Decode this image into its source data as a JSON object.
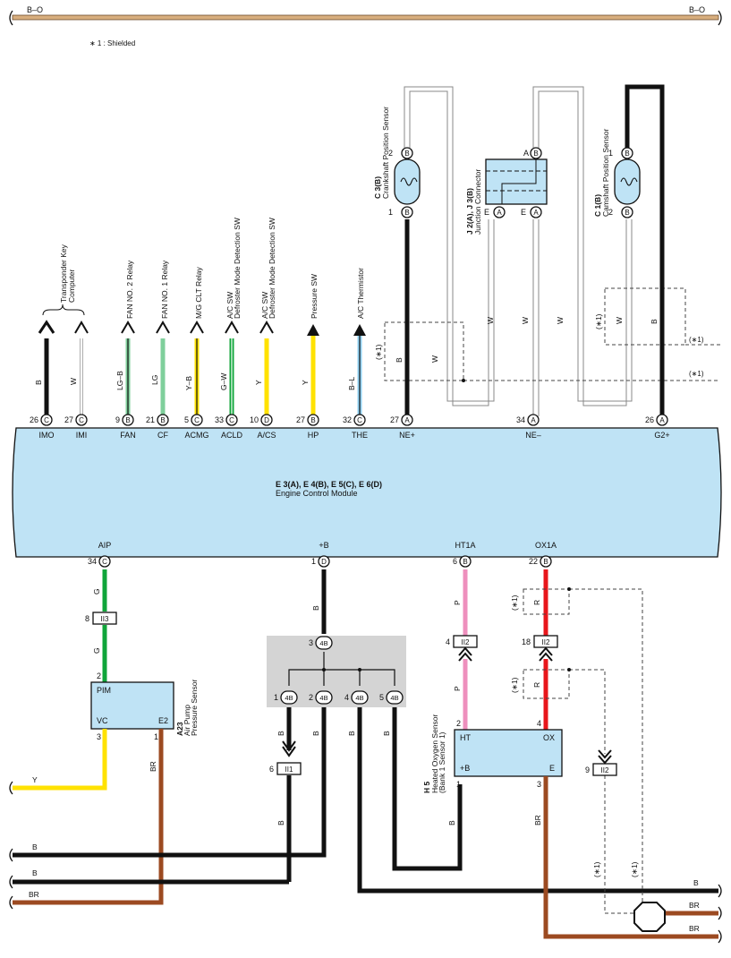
{
  "top_bus": {
    "left": "B–O",
    "right": "B–O"
  },
  "legend": "∗ 1 : Shielded",
  "ecm": {
    "code": "E 3(A), E 4(B), E 5(C), E 6(D)",
    "name": "Engine Control Module",
    "top_pins": [
      {
        "num": "26",
        "conn": "C",
        "sig": "IMO",
        "wire": "B"
      },
      {
        "num": "27",
        "conn": "C",
        "sig": "IMI",
        "wire": "W"
      },
      {
        "num": "9",
        "conn": "B",
        "sig": "FAN",
        "wire": "LG–B"
      },
      {
        "num": "21",
        "conn": "B",
        "sig": "CF",
        "wire": "LG"
      },
      {
        "num": "5",
        "conn": "C",
        "sig": "ACMG",
        "wire": "Y–B"
      },
      {
        "num": "33",
        "conn": "C",
        "sig": "ACLD",
        "wire": "G–W"
      },
      {
        "num": "10",
        "conn": "D",
        "sig": "A/CS",
        "wire": "Y"
      },
      {
        "num": "27",
        "conn": "B",
        "sig": "HP",
        "wire": "Y"
      },
      {
        "num": "32",
        "conn": "C",
        "sig": "THE",
        "wire": "B–L"
      },
      {
        "num": "27",
        "conn": "A",
        "sig": "NE+",
        "wire": "B"
      },
      {
        "num": "34",
        "conn": "A",
        "sig": "NE–",
        "wire": ""
      },
      {
        "num": "26",
        "conn": "A",
        "sig": "G2+",
        "wire": "B"
      }
    ],
    "bottom_pins": [
      {
        "num": "34",
        "conn": "C",
        "sig": "AIP"
      },
      {
        "num": "1",
        "conn": "D",
        "sig": "+B"
      },
      {
        "num": "6",
        "conn": "B",
        "sig": "HT1A"
      },
      {
        "num": "22",
        "conn": "B",
        "sig": "OX1A"
      }
    ]
  },
  "dest": {
    "transponder": [
      "Transponder Key",
      "Computer"
    ],
    "fan2": "FAN NO. 2 Relay",
    "fan1": "FAN NO. 1 Relay",
    "mgclt": "M/G CLT Relay",
    "acld": [
      "A/C SW",
      "Defroster Mode Detection SW"
    ],
    "acs": [
      "A/C SW",
      "Defroster Mode Detection SW"
    ],
    "pressure": "Pressure SW",
    "thermistor": "A/C Thermistor"
  },
  "crank": {
    "code": "C 3(B)",
    "name": "Crankshaft Position Sensor",
    "pin_top": "2",
    "pin_bot": "1",
    "conn": "B"
  },
  "cam": {
    "code": "C 1(B)",
    "name": "Camshaft Position Sensor",
    "pin_top": "1",
    "pin_bot": "2",
    "conn": "B"
  },
  "junction": {
    "code": "J 2(A), J 3(B)",
    "name": "Junction Connector",
    "pins": [
      "A",
      "B",
      "E",
      "A",
      "E",
      "A"
    ]
  },
  "air_pump": {
    "code": "A23",
    "name": [
      "Air Pump",
      "Pressure Sensor"
    ],
    "pim": "PIM",
    "vc": "VC",
    "e2": "E2",
    "pin2": "2",
    "pin3": "3",
    "pin1": "1"
  },
  "o2": {
    "code": "H 5",
    "name": [
      "Heated Oxygen Sensor",
      "(Bank 1 Sensor 1)"
    ],
    "ht": "HT",
    "ox": "OX",
    "pb": "+B",
    "e": "E",
    "p2": "2",
    "p4": "4",
    "p1": "1",
    "p3": "3"
  },
  "connectors": {
    "ii3": {
      "num": "8",
      "label": "II3"
    },
    "ii2a": {
      "num": "4",
      "label": "II2"
    },
    "ii2b": {
      "num": "18",
      "label": "II2"
    },
    "ii1": {
      "num": "6",
      "label": "II1"
    },
    "ii2c": {
      "num": "9",
      "label": "II2"
    },
    "j4b_top": {
      "num": "3",
      "label": "4B"
    },
    "j4b_1": {
      "num": "1",
      "label": "4B"
    },
    "j4b_2": {
      "num": "2",
      "label": "4B"
    },
    "j4b_4": {
      "num": "4",
      "label": "4B"
    },
    "j4b_5": {
      "num": "5",
      "label": "4B"
    }
  },
  "wire_labels": {
    "g": "G",
    "b": "B",
    "p": "P",
    "r": "R",
    "y": "Y",
    "br": "BR",
    "w": "W"
  },
  "shield": "(∗1)",
  "bottom_bus": [
    {
      "left": "Y"
    },
    {
      "left": "B"
    },
    {
      "left": "B"
    },
    {
      "left": "BR"
    },
    {
      "right": "B"
    },
    {
      "right": "BR"
    },
    {
      "right": "BR"
    }
  ],
  "colors": {
    "ecm_fill": "#bfe3f5",
    "black": "#111111",
    "green": "#10a53a",
    "light_green": "#7fcf9b",
    "yellow": "#ffe200",
    "pink": "#ee8fbd",
    "red": "#e8161b",
    "brown": "#9c4a21",
    "bo": "#d8ae7e",
    "grey_box": "#d4d4d4"
  }
}
